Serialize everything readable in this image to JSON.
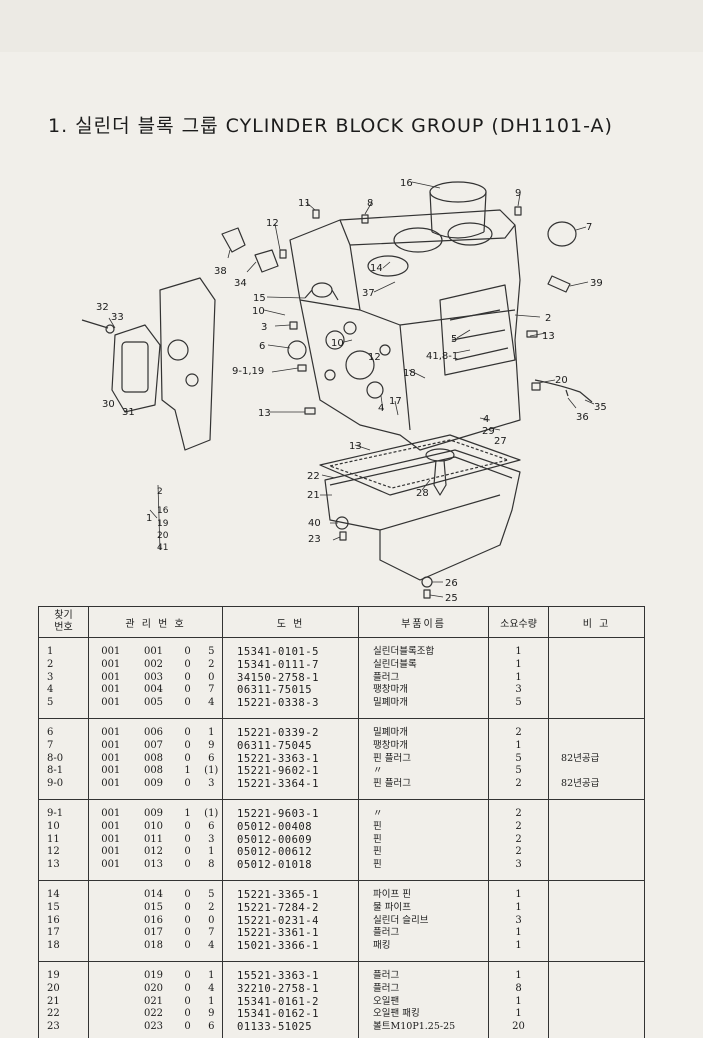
{
  "page": {
    "title": "1. 실린더 블록 그룹 CYLINDER BLOCK GROUP (DH1101-A)"
  },
  "diagram": {
    "callouts": [
      "16",
      "11",
      "8",
      "9",
      "7",
      "12",
      "38",
      "34",
      "14",
      "37",
      "39",
      "15",
      "10",
      "3",
      "6",
      "2",
      "5",
      "13",
      "32",
      "33",
      "41,8-1",
      "12",
      "10",
      "9-1,19",
      "18",
      "20",
      "30",
      "31",
      "4",
      "17",
      "35",
      "36",
      "13",
      "29",
      "27",
      "4",
      "13",
      "22",
      "28",
      "21",
      "40",
      "23",
      "26",
      "25"
    ],
    "bracket_label": "1",
    "bracket_items": [
      "2",
      "16",
      "19",
      "20",
      "41"
    ]
  },
  "table": {
    "headers": {
      "no": "찾기\n번호",
      "code": "관 리 번 호",
      "part": "도 번",
      "name": "부품이름",
      "qty": "소요수량",
      "remark": "비 고"
    },
    "groups": [
      [
        [
          "1",
          "001",
          "001",
          "0",
          "5",
          "15341-0101-5",
          "실린더블록조합",
          "1",
          ""
        ],
        [
          "2",
          "001",
          "002",
          "0",
          "2",
          "15341-0111-7",
          "실린더블록",
          "1",
          ""
        ],
        [
          "3",
          "001",
          "003",
          "0",
          "0",
          "34150-2758-1",
          "플러그",
          "1",
          ""
        ],
        [
          "4",
          "001",
          "004",
          "0",
          "7",
          "06311-75015",
          "팽창마개",
          "3",
          ""
        ],
        [
          "5",
          "001",
          "005",
          "0",
          "4",
          "15221-0338-3",
          "밀폐마개",
          "5",
          ""
        ]
      ],
      [
        [
          "6",
          "001",
          "006",
          "0",
          "1",
          "15221-0339-2",
          "밀폐마개",
          "2",
          ""
        ],
        [
          "7",
          "001",
          "007",
          "0",
          "9",
          "06311-75045",
          "팽창마개",
          "1",
          ""
        ],
        [
          "8-0",
          "001",
          "008",
          "0",
          "6",
          "15221-3363-1",
          "핀 플러그",
          "5",
          "82년공급"
        ],
        [
          "8-1",
          "001",
          "008",
          "1",
          "(1)",
          "15221-9602-1",
          "〃",
          "5",
          ""
        ],
        [
          "9-0",
          "001",
          "009",
          "0",
          "3",
          "15221-3364-1",
          "핀 플러그",
          "2",
          "82년공급"
        ]
      ],
      [
        [
          "9-1",
          "001",
          "009",
          "1",
          "(1)",
          "15221-9603-1",
          "〃",
          "2",
          ""
        ],
        [
          "10",
          "001",
          "010",
          "0",
          "6",
          "05012-00408",
          "핀",
          "2",
          ""
        ],
        [
          "11",
          "001",
          "011",
          "0",
          "3",
          "05012-00609",
          "핀",
          "2",
          ""
        ],
        [
          "12",
          "001",
          "012",
          "0",
          "1",
          "05012-00612",
          "핀",
          "2",
          ""
        ],
        [
          "13",
          "001",
          "013",
          "0",
          "8",
          "05012-01018",
          "핀",
          "3",
          ""
        ]
      ],
      [
        [
          "14",
          "",
          "014",
          "0",
          "5",
          "15221-3365-1",
          "파이프 핀",
          "1",
          ""
        ],
        [
          "15",
          "",
          "015",
          "0",
          "2",
          "15221-7284-2",
          "물 파이프",
          "1",
          ""
        ],
        [
          "16",
          "",
          "016",
          "0",
          "0",
          "15221-0231-4",
          "실린더 슬리브",
          "3",
          ""
        ],
        [
          "17",
          "",
          "017",
          "0",
          "7",
          "15221-3361-1",
          "플러그",
          "1",
          ""
        ],
        [
          "18",
          "",
          "018",
          "0",
          "4",
          "15021-3366-1",
          "패킹",
          "1",
          ""
        ]
      ],
      [
        [
          "19",
          "",
          "019",
          "0",
          "1",
          "15521-3363-1",
          "플러그",
          "1",
          ""
        ],
        [
          "20",
          "",
          "020",
          "0",
          "4",
          "32210-2758-1",
          "플러그",
          "8",
          ""
        ],
        [
          "21",
          "",
          "021",
          "0",
          "1",
          "15341-0161-2",
          "오일팬",
          "1",
          ""
        ],
        [
          "22",
          "",
          "022",
          "0",
          "9",
          "15341-0162-1",
          "오일팬 패킹",
          "1",
          ""
        ],
        [
          "23",
          "",
          "023",
          "0",
          "6",
          "01133-51025",
          "볼트M10P1.25-25",
          "20",
          ""
        ]
      ]
    ]
  }
}
